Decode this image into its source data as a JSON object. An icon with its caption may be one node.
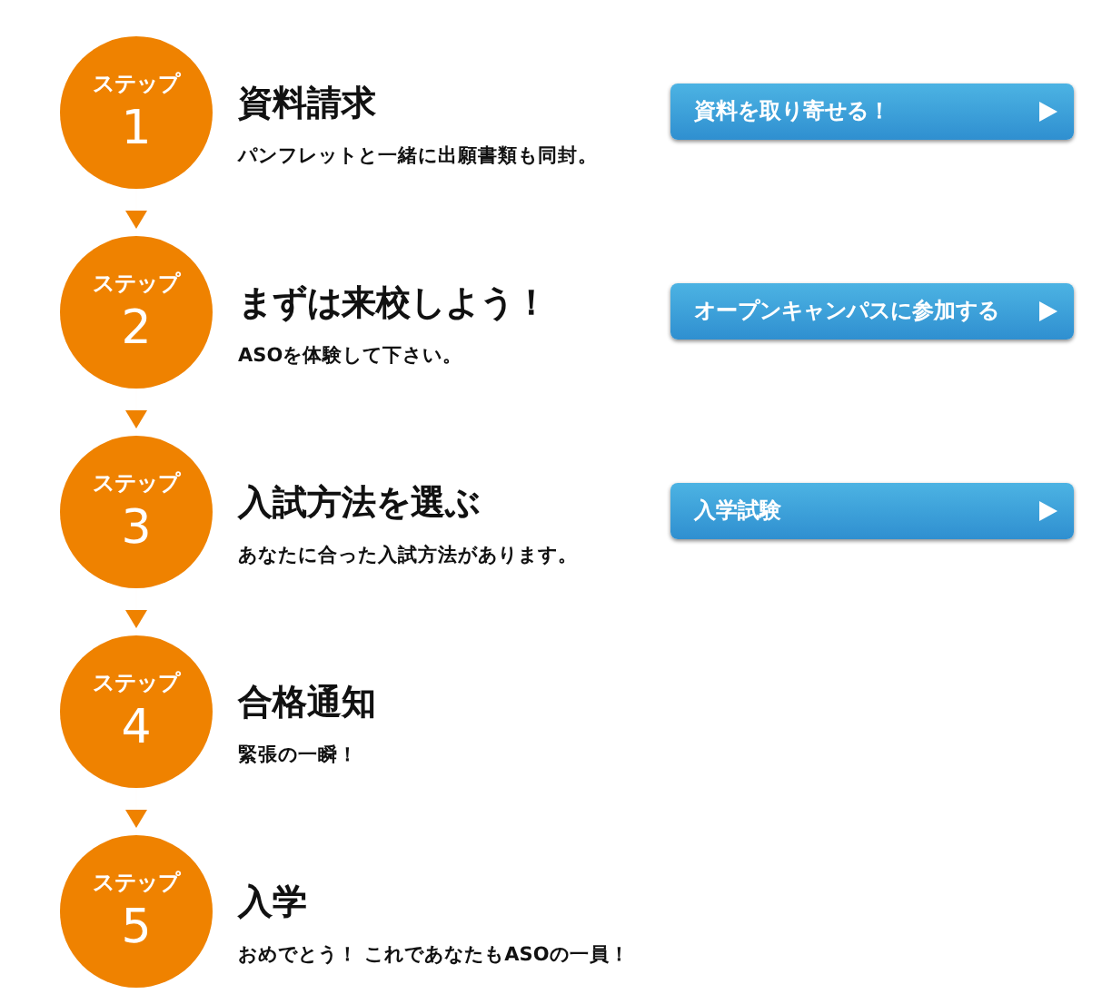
{
  "diagram": {
    "nodes": [
      {
        "text": [
          "ステップ",
          "1"
        ],
        "beside": [
          "資料請求",
          "パンフレットと一緒に出願書類も同封。"
        ]
      },
      {
        "text": [
          "ステップ",
          "2"
        ],
        "beside": [
          "まずは来校しよう！",
          "ASOを体験して下さい。"
        ]
      },
      {
        "text": [
          "ステップ",
          "3"
        ],
        "beside": [
          "入試方法を選ぶ",
          "あなたに合った入試方法があります。"
        ]
      },
      {
        "text": [
          "ステップ",
          "4"
        ],
        "beside": [
          "合格通知",
          "緊張の一瞬！"
        ]
      },
      {
        "text": [
          "ステップ",
          "5"
        ],
        "beside": [
          "入学",
          "おめでとう！ これであなたもASOの一員！"
        ]
      }
    ],
    "edges": [
      {
        "from": 0,
        "to": 1,
        "arrow": "to"
      },
      {
        "from": 1,
        "to": 2,
        "arrow": "to"
      },
      {
        "from": 2,
        "to": 3,
        "arrow": "to"
      },
      {
        "from": 3,
        "to": 4,
        "arrow": "to"
      }
    ],
    "labels": [
      "資料を取り寄せる！",
      "オープンキャンパスに参加する",
      "入学試験"
    ]
  }
}
